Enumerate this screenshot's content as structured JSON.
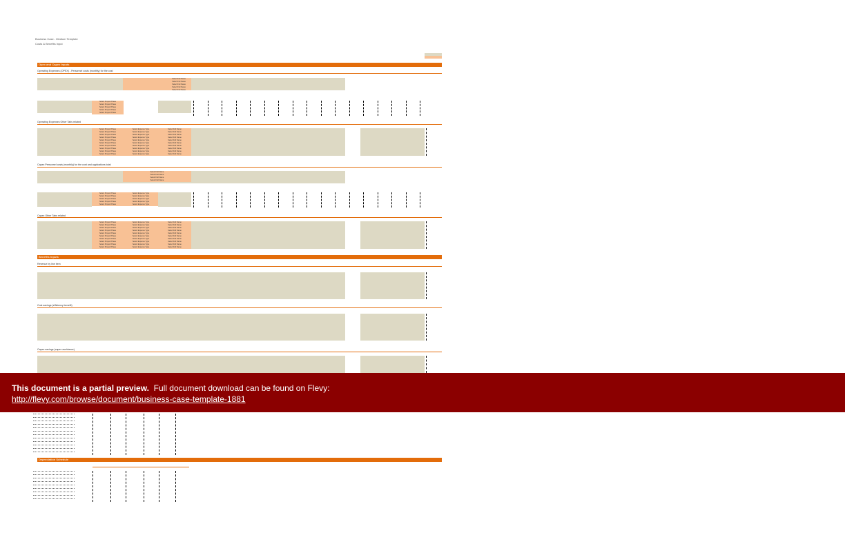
{
  "header": {
    "title": "Business Case - Medium Template",
    "subtitle": "Costs & Benefits Input"
  },
  "legend": {
    "input_color": "#ddd9c4",
    "select_color": "#f8c195"
  },
  "colors": {
    "accent": "#e36c0a",
    "banner": "#8b0000"
  },
  "bars": {
    "opex_capex": "Opex and Capex Inputs",
    "benefits": "Benefits Inputs",
    "depreciation": "Depreciation Schedule"
  },
  "subsections": [
    "Operating Expenses (OPEX) - Personnel costs (monthly) for the cost",
    "Operating Expenses Other Tabs related",
    "Capex Personnel costs (monthly) for the cost and applications total",
    "Capex Other Tabs related",
    "Revenue by line item",
    "Cost savings (efficiency benefit)",
    "Capex savings (capex avoidance)"
  ],
  "select_labels": {
    "full_name": "Select Full Name",
    "project_phase": "Select Project Phase",
    "expense_type": "Select Expense Type"
  },
  "banner": {
    "bold": "This document is a partial preview.",
    "text": "Full document download can be found on Flevy:",
    "link": "http://flevy.com/browse/document/business-case-template-1881"
  }
}
